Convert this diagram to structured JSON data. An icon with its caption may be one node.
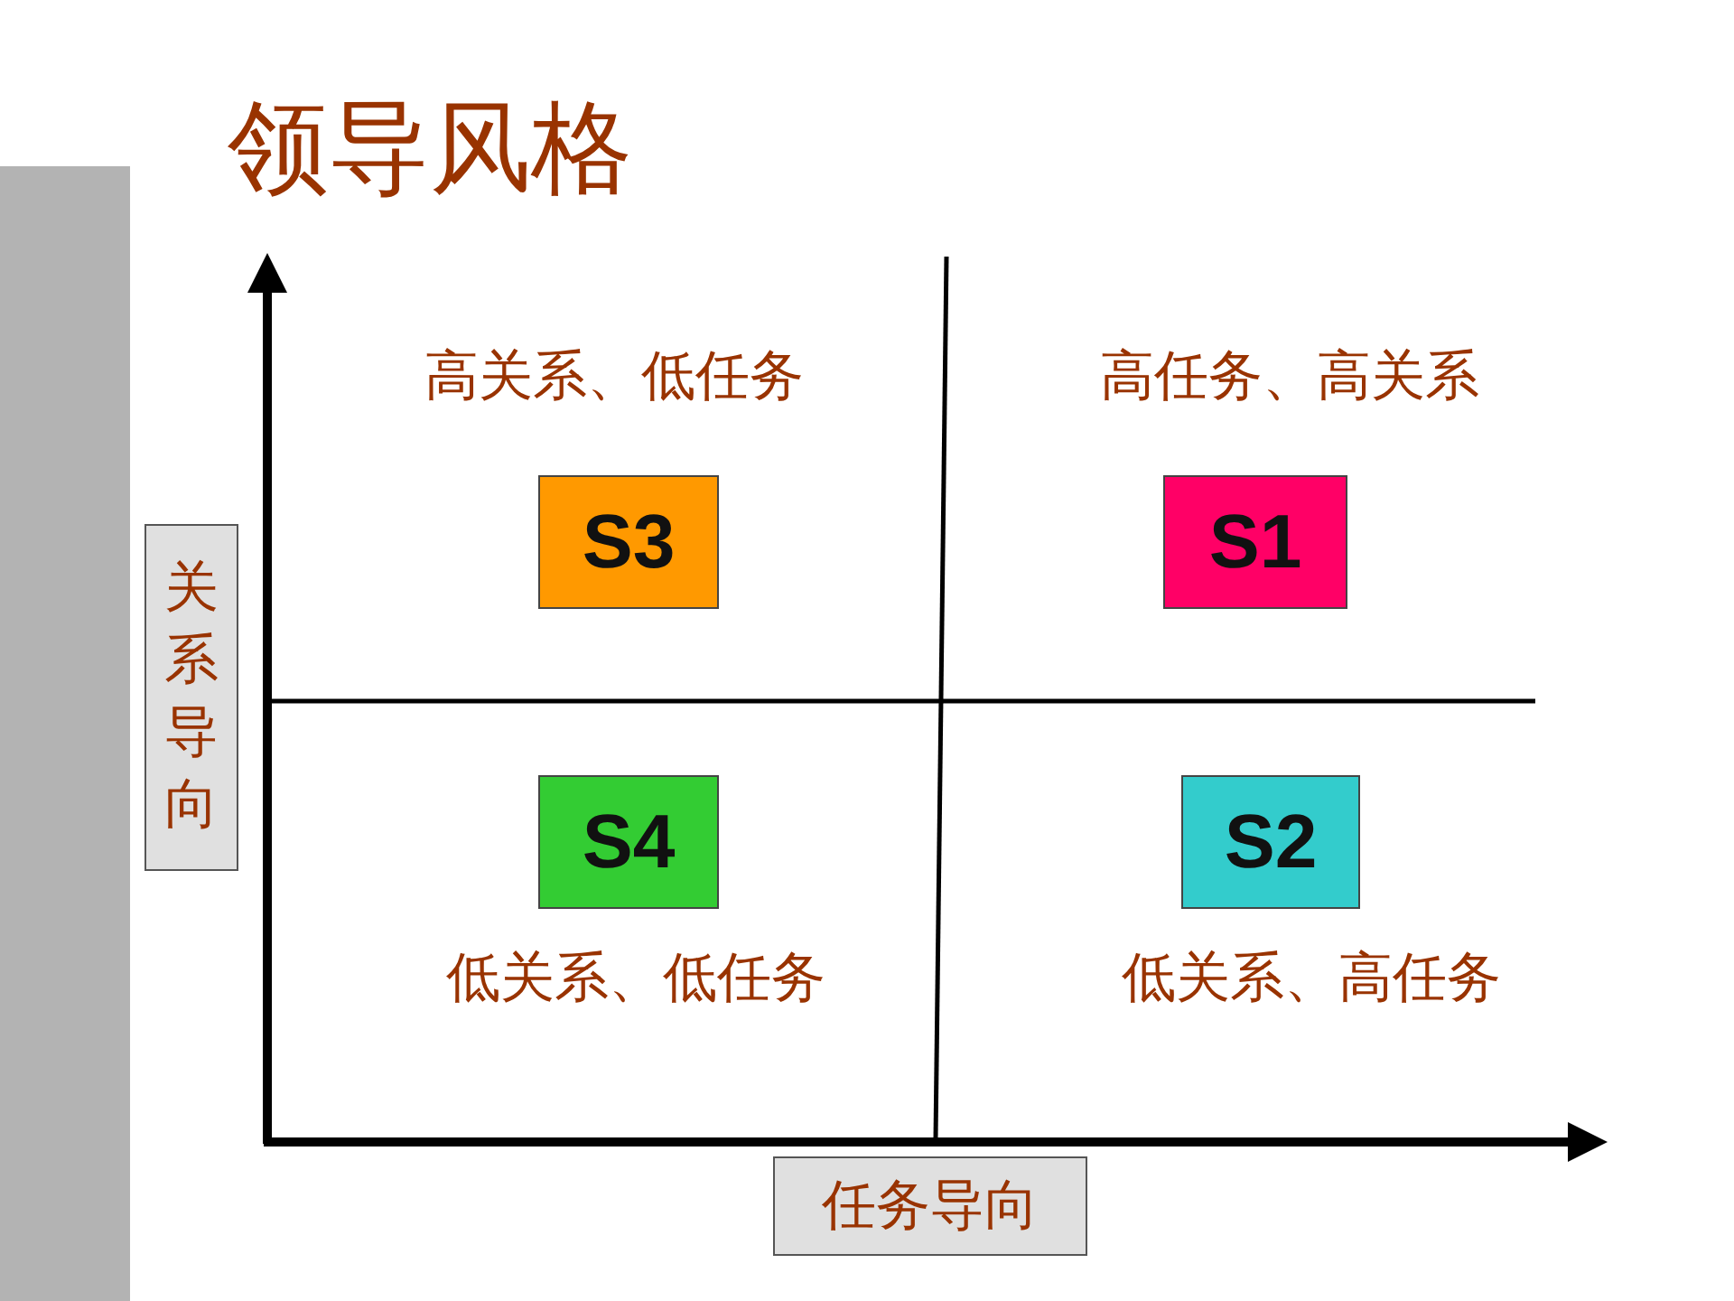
{
  "diagram": {
    "title": "领导风格",
    "nodes": [
      {
        "text": [
          "S3"
        ],
        "beside": [
          "高关系、低任务"
        ]
      },
      {
        "text": [
          "S1"
        ],
        "beside": [
          "高任务、高关系"
        ]
      },
      {
        "text": [
          "S4"
        ],
        "beside": [
          "低关系、低任务"
        ]
      },
      {
        "text": [
          "S2"
        ],
        "beside": [
          "低关系、高任务"
        ]
      },
      {
        "text": [
          "关系导向"
        ]
      },
      {
        "text": [
          "任务导向"
        ]
      }
    ],
    "edges": []
  }
}
